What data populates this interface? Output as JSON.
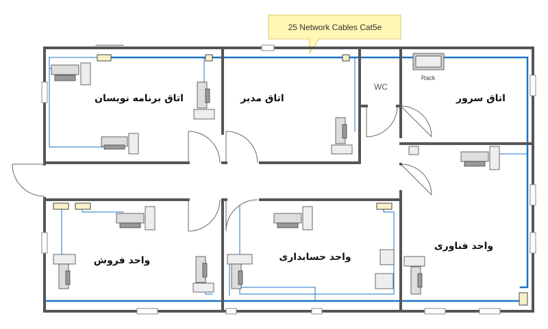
{
  "callout": {
    "text": "25 Network Cables Cat5e"
  },
  "rooms": {
    "programmers": "اتاق برنامه نویسان",
    "manager": "اتاق مدیر",
    "wc": "WC",
    "server": "اتاق سرور",
    "rack": "Rack",
    "sales": "واحد فروش",
    "accounting": "واحد حسابداری",
    "it": "واحد فناوری"
  },
  "colors": {
    "wall": "#555555",
    "cable": "#1a73c7",
    "callout_fill": "#fff7b3",
    "callout_stroke": "#d9c86b"
  }
}
